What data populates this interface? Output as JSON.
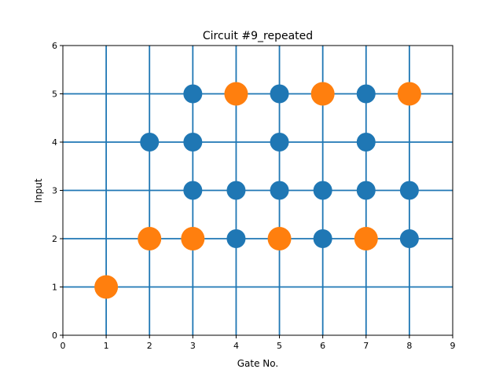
{
  "chart_data": {
    "type": "scatter",
    "title": "Circuit #9_repeated",
    "xlabel": "Gate No.",
    "ylabel": "Input",
    "xlim": [
      0,
      9
    ],
    "ylim": [
      0,
      6
    ],
    "x_ticks": [
      0,
      1,
      2,
      3,
      4,
      5,
      6,
      7,
      8,
      9
    ],
    "y_ticks": [
      0,
      1,
      2,
      3,
      4,
      5,
      6
    ],
    "grid": {
      "vertical_x": [
        1,
        2,
        3,
        4,
        5,
        6,
        7,
        8
      ],
      "horizontal_y": [
        1,
        2,
        3,
        4,
        5
      ],
      "color": "#1f77b4"
    },
    "series": [
      {
        "color": "#1f77b4",
        "points": [
          {
            "x": 2,
            "y": 4
          },
          {
            "x": 3,
            "y": 3
          },
          {
            "x": 3,
            "y": 4
          },
          {
            "x": 3,
            "y": 5
          },
          {
            "x": 4,
            "y": 2
          },
          {
            "x": 4,
            "y": 3
          },
          {
            "x": 5,
            "y": 3
          },
          {
            "x": 5,
            "y": 4
          },
          {
            "x": 5,
            "y": 5
          },
          {
            "x": 6,
            "y": 2
          },
          {
            "x": 6,
            "y": 3
          },
          {
            "x": 7,
            "y": 3
          },
          {
            "x": 7,
            "y": 4
          },
          {
            "x": 7,
            "y": 5
          },
          {
            "x": 8,
            "y": 2
          },
          {
            "x": 8,
            "y": 3
          }
        ]
      },
      {
        "color": "#ff7f0e",
        "points": [
          {
            "x": 1,
            "y": 1
          },
          {
            "x": 2,
            "y": 2
          },
          {
            "x": 3,
            "y": 2
          },
          {
            "x": 4,
            "y": 5
          },
          {
            "x": 5,
            "y": 2
          },
          {
            "x": 6,
            "y": 5
          },
          {
            "x": 7,
            "y": 2
          },
          {
            "x": 8,
            "y": 5
          }
        ]
      }
    ]
  }
}
